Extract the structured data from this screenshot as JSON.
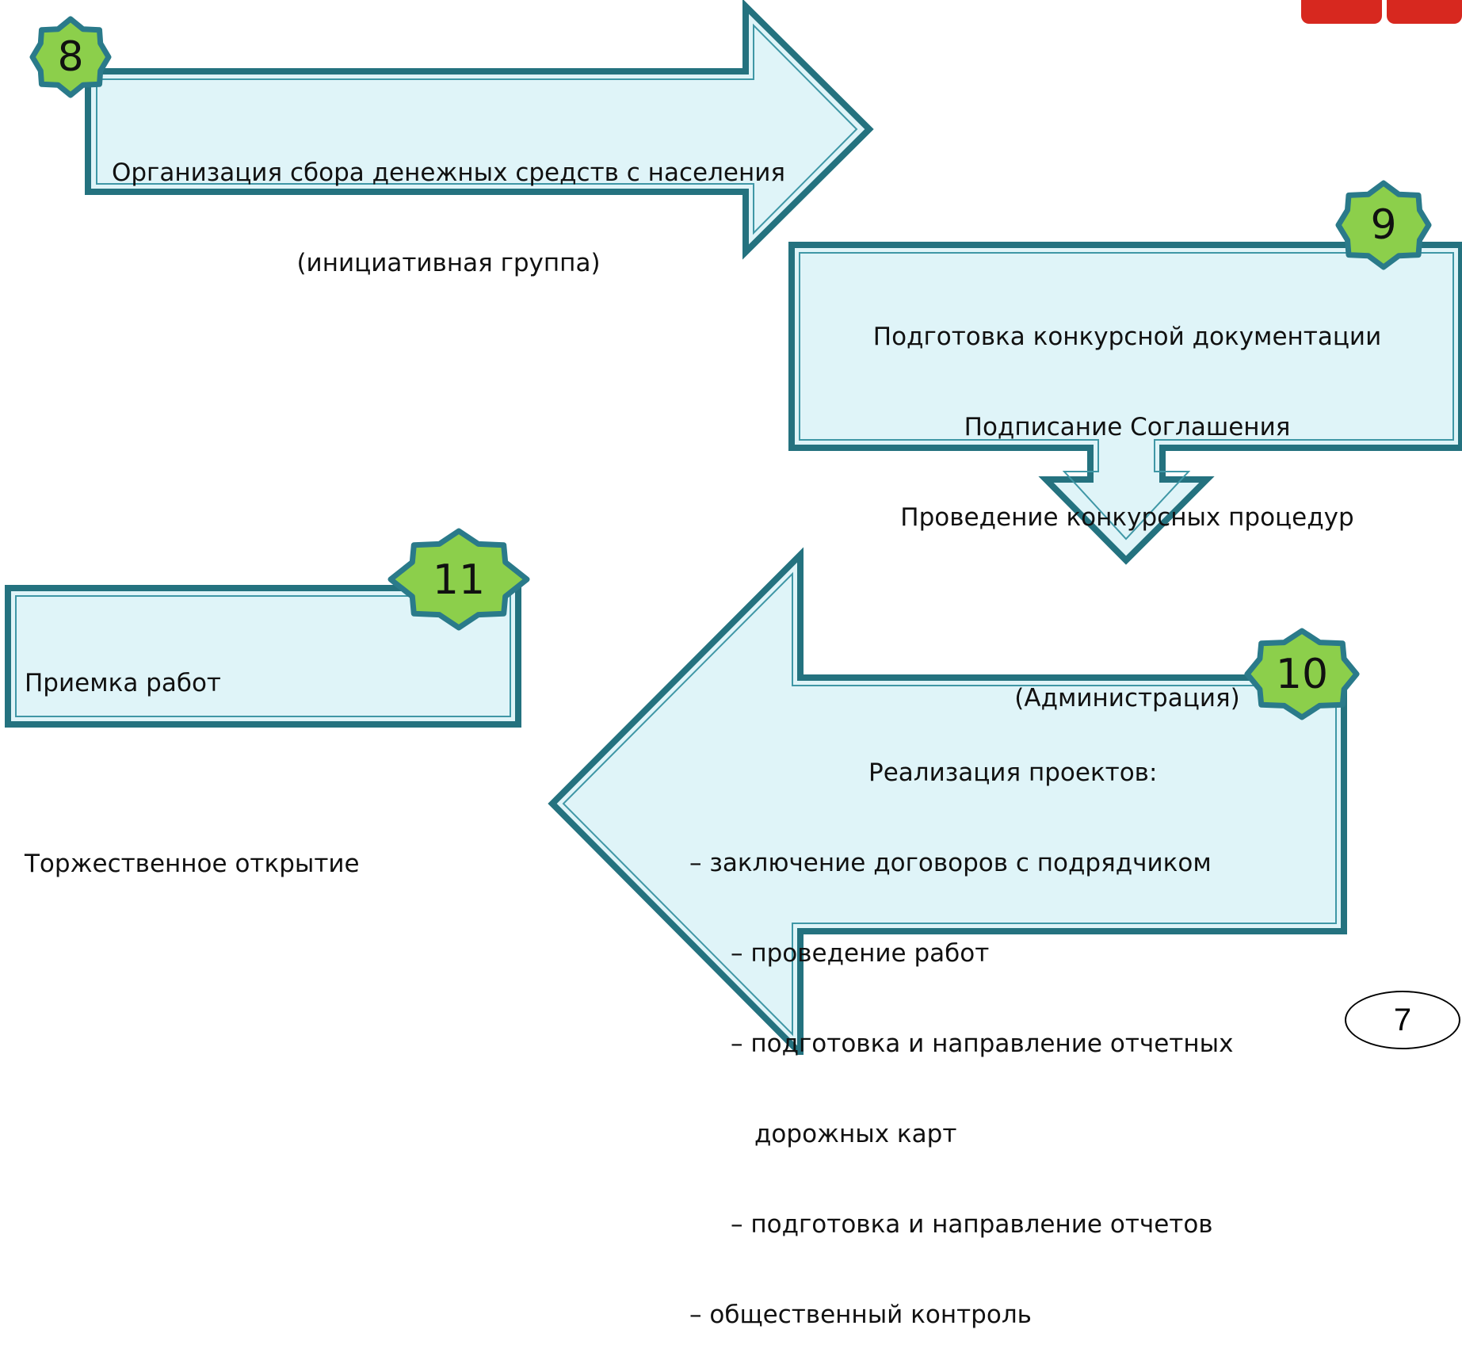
{
  "colors": {
    "fill": "#dff4f8",
    "border": "#24727f",
    "border_light": "#3f97a6",
    "badge_fill": "#8ccf4b",
    "badge_border": "#2a7a8a",
    "emblem_red": "#d7281f"
  },
  "steps": [
    {
      "number": "8",
      "lines": [
        "Организация сбора денежных средств с населения",
        "(инициативная группа)"
      ]
    },
    {
      "number": "9",
      "lines": [
        "Подготовка конкурсной документации",
        "Подписание Соглашения",
        "Проведение конкурсных процедур",
        "",
        "(Администрация)"
      ]
    },
    {
      "number": "10",
      "heading": "Реализация проектов:",
      "items": [
        "– заключение договоров с подрядчиком",
        "– проведение работ",
        "– подготовка и направление отчетных",
        "дорожных карт",
        "– подготовка и направление отчетов",
        "– общественный контроль"
      ]
    },
    {
      "number": "11",
      "lines": [
        "Приемка работ",
        "",
        "Торжественное открытие"
      ]
    }
  ],
  "page_number": "7"
}
